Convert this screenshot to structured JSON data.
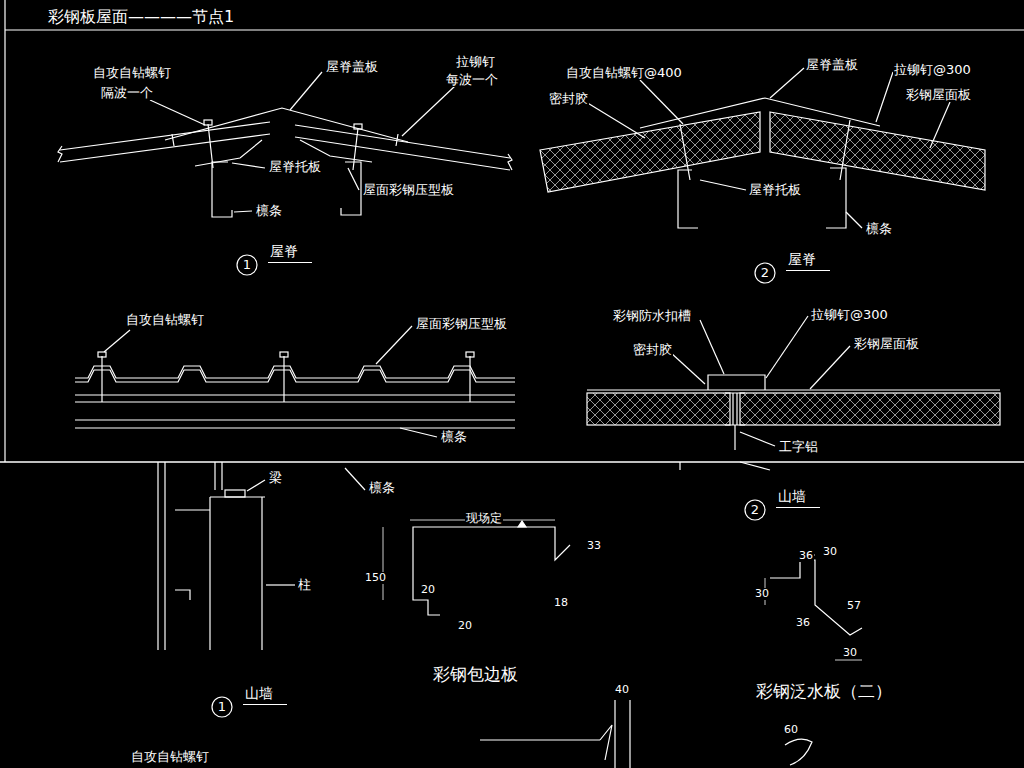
{
  "diagram": {
    "title": "彩钢板屋面————节点1",
    "nodes": [
      {
        "text": [
          "1",
          "屋脊"
        ]
      },
      {
        "text": [
          "2",
          "屋脊"
        ]
      },
      {
        "text": [
          "2",
          "山墙"
        ]
      },
      {
        "text": [
          "1",
          "山墙"
        ]
      }
    ],
    "labels": [
      "自攻自钻螺钉",
      "隔波一个",
      "屋脊盖板",
      "拉铆钉",
      "每波一个",
      "屋脊托板",
      "屋面彩钢压型板",
      "檩条",
      "自攻自钻螺钉@400",
      "屋脊盖板",
      "拉铆钉@300",
      "密封胶",
      "彩钢屋面板",
      "屋脊托板",
      "檩条",
      "自攻自钻螺钉",
      "屋面彩钢压型板",
      "檩条",
      "彩钢防水扣槽",
      "拉铆钉@300",
      "密封胶",
      "彩钢屋面板",
      "工字铝",
      "梁",
      "檩条",
      "柱",
      "现场定",
      "33",
      "150",
      "20",
      "20",
      "18",
      "彩钢包边板",
      "36",
      "30",
      "30",
      "36",
      "57",
      "30",
      "彩钢泛水板（二）",
      "40",
      "60",
      "自攻自钻螺钉"
    ]
  }
}
